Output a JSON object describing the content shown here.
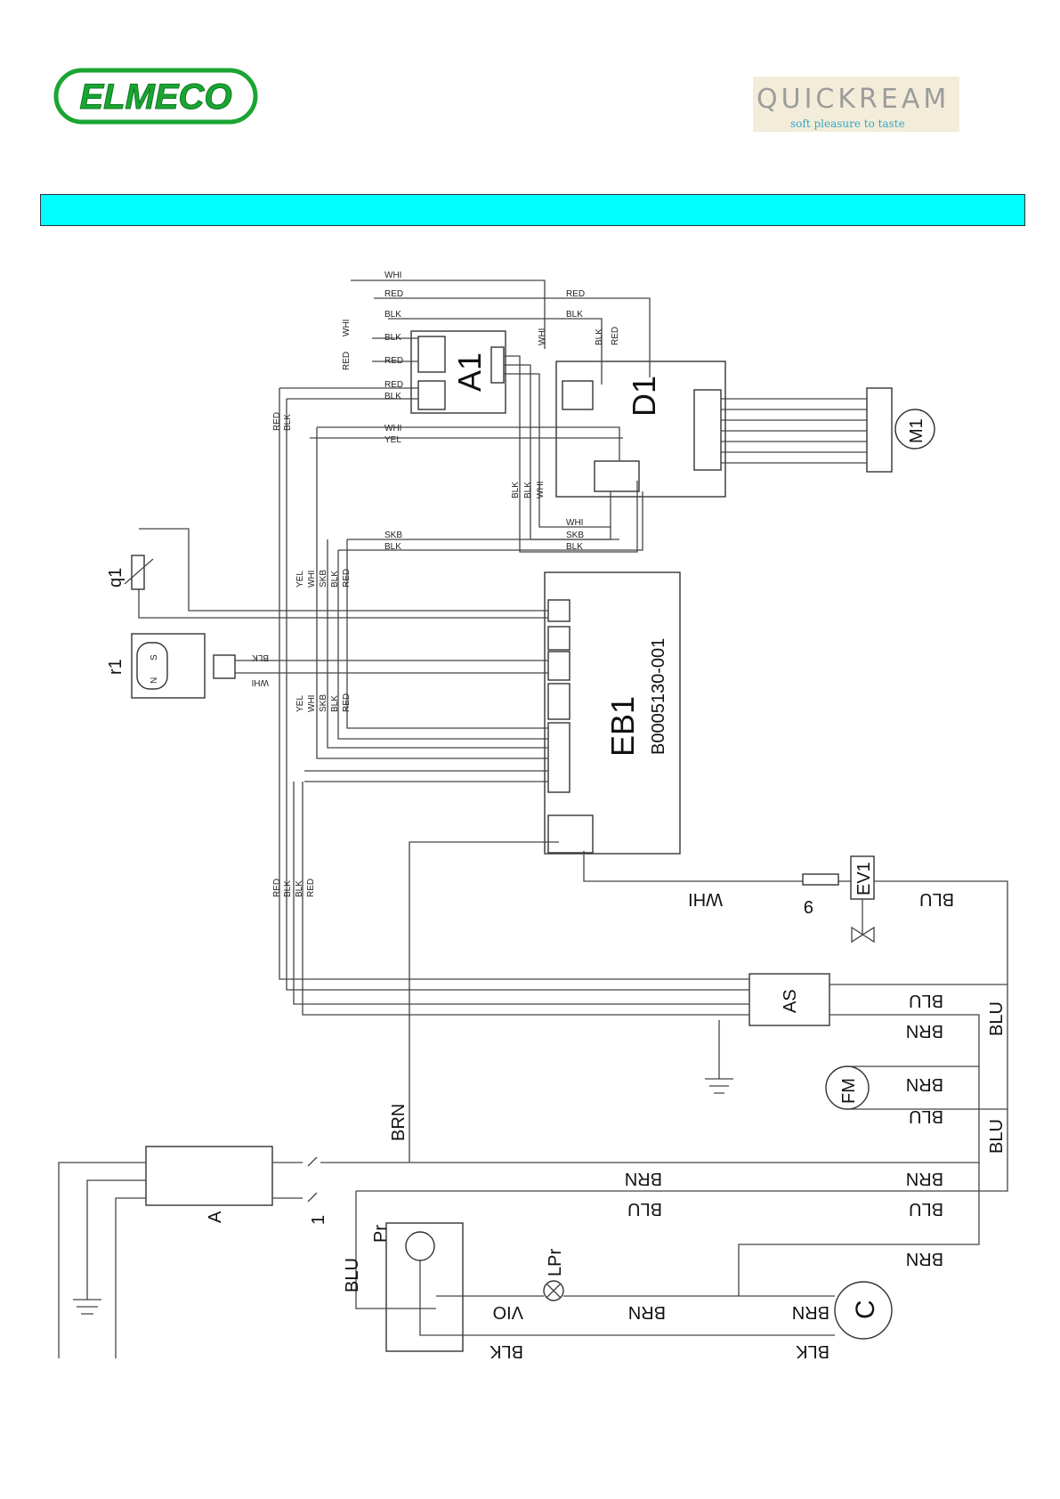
{
  "header": {
    "brand_left": "ELMECO",
    "brand_right": "QUICKREAM",
    "brand_right_tagline": "soft pleasure to taste",
    "banner_color": "#00ffff"
  },
  "components": {
    "a1": "A1",
    "d1": "D1",
    "m1": "M1",
    "eb1": "EB1",
    "eb1_code": "B0005130-001",
    "q1": "q1",
    "r1": "r1",
    "r1_n": "N",
    "r1_s": "S",
    "ev1": "EV1",
    "fuse": "9",
    "as": "AS",
    "fm": "FM",
    "a": "A",
    "switch": "1",
    "pr": "Pr",
    "lpr": "LPr",
    "c": "C"
  },
  "wires": {
    "whi": "WHI",
    "red": "RED",
    "blk": "BLK",
    "yel": "YEL",
    "skb": "SKB",
    "blu": "BLU",
    "brn": "BRN",
    "vio": "VIO"
  },
  "colors": {
    "wire": "#444444",
    "banner": "#00ffff",
    "elmeco_green": "#1aa532"
  }
}
